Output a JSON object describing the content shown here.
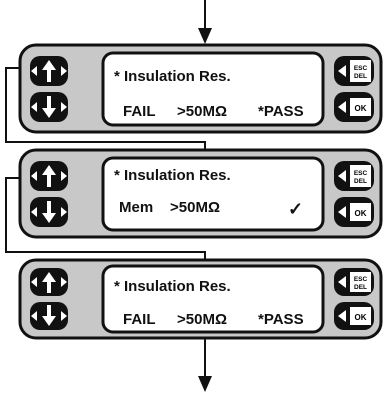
{
  "colors": {
    "panel": "#c8c8c8",
    "panel_border": "#111111",
    "screen": "#ffffff",
    "button_bg": "#111111",
    "button_fg": "#ffffff",
    "line": "#111111"
  },
  "icons": {
    "up_button": "up-arrow-icon",
    "down_button": "down-arrow-icon",
    "esc_button": "esc-del-icon",
    "ok_button": "ok-icon"
  },
  "panels": [
    {
      "title": "* Insulation Res.",
      "row": [
        "FAIL",
        ">50MΩ",
        "*PASS"
      ],
      "esc_label": [
        "ESC",
        "DEL"
      ],
      "ok_label": "OK"
    },
    {
      "title": "* Insulation Res.",
      "row": [
        "Mem",
        ">50MΩ",
        "✓"
      ],
      "esc_label": [
        "ESC",
        "DEL"
      ],
      "ok_label": "OK"
    },
    {
      "title": "* Insulation Res.",
      "row": [
        "FAIL",
        ">50MΩ",
        "*PASS"
      ],
      "esc_label": [
        "ESC",
        "DEL"
      ],
      "ok_label": "OK"
    }
  ]
}
